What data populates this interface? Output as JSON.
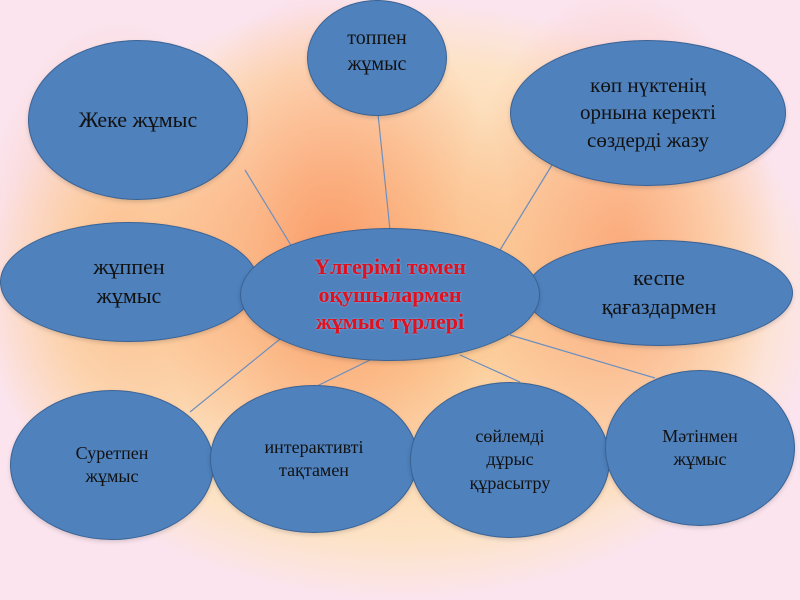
{
  "center": {
    "label": "Үлгерімі төмен оқушылармен жұмыс түрлері",
    "lines": [
      "Үлгерімі төмен",
      "оқушылармен",
      "жұмыс түрлері"
    ]
  },
  "nodes": [
    {
      "id": "jeke",
      "lines": [
        "Жеке жұмыс"
      ]
    },
    {
      "id": "toppen",
      "lines": [
        "топпен",
        "жұмыс"
      ]
    },
    {
      "id": "kop-nukte",
      "lines": [
        "көп нүктенің",
        "орнына керекті",
        "сөздерді жазу"
      ]
    },
    {
      "id": "juppen",
      "lines": [
        "жұппен",
        "жұмыс"
      ]
    },
    {
      "id": "kespe",
      "lines": [
        "кеспе",
        "қағаздармен"
      ]
    },
    {
      "id": "suretpen",
      "lines": [
        "Суретпен",
        "жұмыс"
      ]
    },
    {
      "id": "interaktiv",
      "lines": [
        "интерактивті",
        "тақтамен"
      ]
    },
    {
      "id": "soilem",
      "lines": [
        "сөйлемді",
        "дұрыс",
        "құрасытру"
      ]
    },
    {
      "id": "matin",
      "lines": [
        "Мәтінмен",
        "жұмыс"
      ]
    }
  ],
  "colors": {
    "node_fill": "#4f81bd",
    "center_text": "#e0101e",
    "link": "#6d8fbf"
  }
}
